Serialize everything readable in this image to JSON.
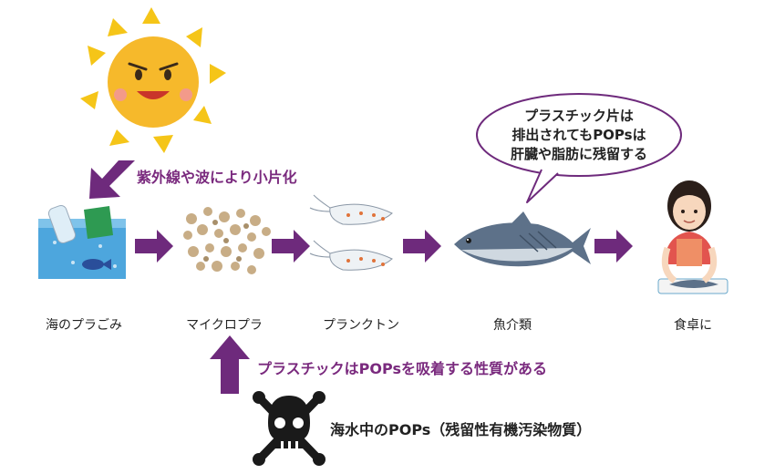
{
  "labels": {
    "sun_caption": "紫外線や波により小片化",
    "absorb_caption": "プラスチックはPOPsを吸着する性質がある",
    "bubble_line1": "プラスチック片は",
    "bubble_line2": "排出されてもPOPsは",
    "bubble_line3": "肝臓や脂肪に残留する",
    "skull_caption": "海水中のPOPs（残留性有機汚染物質）"
  },
  "stages": [
    {
      "label": "海のプラごみ",
      "icon": "ocean-trash-icon"
    },
    {
      "label": "マイクロプラ",
      "icon": "microplastic-icon"
    },
    {
      "label": "プランクトン",
      "icon": "plankton-icon"
    },
    {
      "label": "魚介類",
      "icon": "fish-icon"
    },
    {
      "label": "食卓に",
      "icon": "person-cooking-icon"
    }
  ],
  "colors": {
    "arrow": "#6e2a7c",
    "sun": "#f5c518",
    "sea": "#4da6dd",
    "bubble_border": "#6e2a7c"
  }
}
